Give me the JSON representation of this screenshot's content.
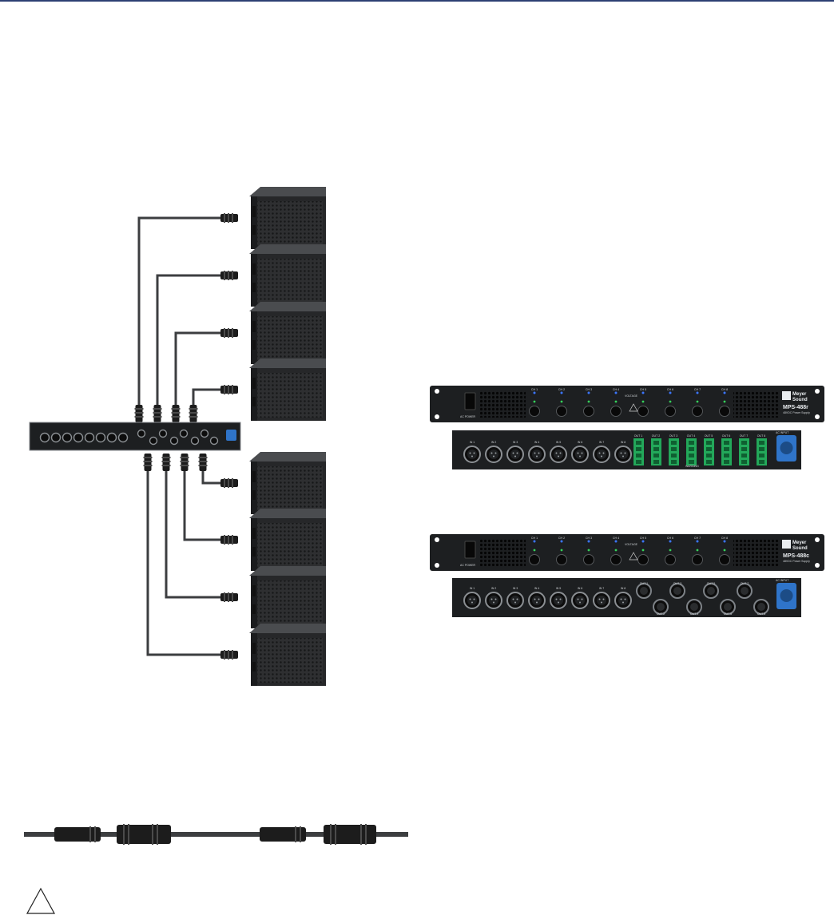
{
  "amp_rack": {
    "brand_line1": "Meyer",
    "brand_line2": "Sound",
    "model_r": "MPS-488r",
    "model_c": "MPS-488c",
    "subtitle": "48VDC Power Supply",
    "power_label": "AC POWER",
    "voltage_label": "VOLTAGE",
    "channels": [
      "CH 1",
      "CH 2",
      "CH 3",
      "CH 4",
      "CH 5",
      "CH 6",
      "CH 7",
      "CH 8"
    ],
    "inputs": [
      "IN 1",
      "IN 2",
      "IN 3",
      "IN 4",
      "IN 5",
      "IN 6",
      "IN 7",
      "IN 8"
    ],
    "outputs": [
      "OUT 1",
      "OUT 2",
      "OUT 3",
      "OUT 4",
      "OUT 5",
      "OUT 6",
      "OUT 7",
      "OUT 8"
    ],
    "ac_input": "AC INPUT",
    "warning_label": "WARNING"
  },
  "colors": {
    "header_rule": "#2c3f73",
    "chassis": "#1d1f21",
    "speaker": "#262729",
    "cable": "#3c3e40",
    "terminal_green": "#23a85a",
    "powercon_blue": "#2f74c9",
    "led_blue": "#3b76ff",
    "led_green": "#35d35a"
  },
  "icons": {
    "caution": "warning-triangle-icon"
  }
}
